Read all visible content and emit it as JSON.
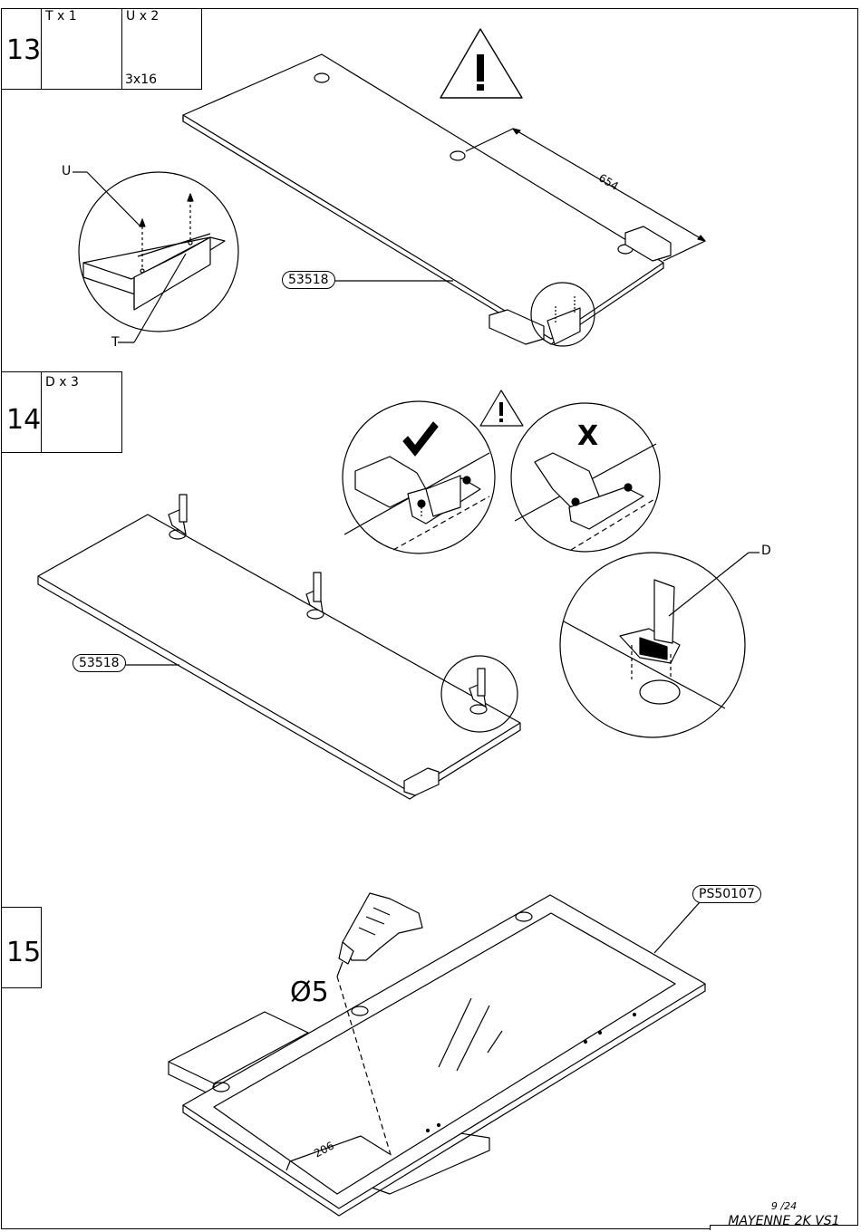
{
  "step13": {
    "number": "13",
    "part_t_label": "T x 1",
    "part_u_label": "U x 2",
    "screw_size": "3x16",
    "callout_u": "U",
    "callout_t": "T",
    "panel_code": "53518",
    "dimension": "654"
  },
  "step14": {
    "number": "14",
    "part_d_label": "D x 3",
    "panel_code": "53518",
    "callout_d": "D",
    "correct_mark": "✔",
    "wrong_mark": "X"
  },
  "step15": {
    "number": "15",
    "panel_code": "PS50107",
    "drill_diameter": "Ø5",
    "dimension": "206"
  },
  "footer": {
    "page": "9 /24",
    "model": "MAYENNE 2K VS1"
  },
  "warning_mark": "!"
}
